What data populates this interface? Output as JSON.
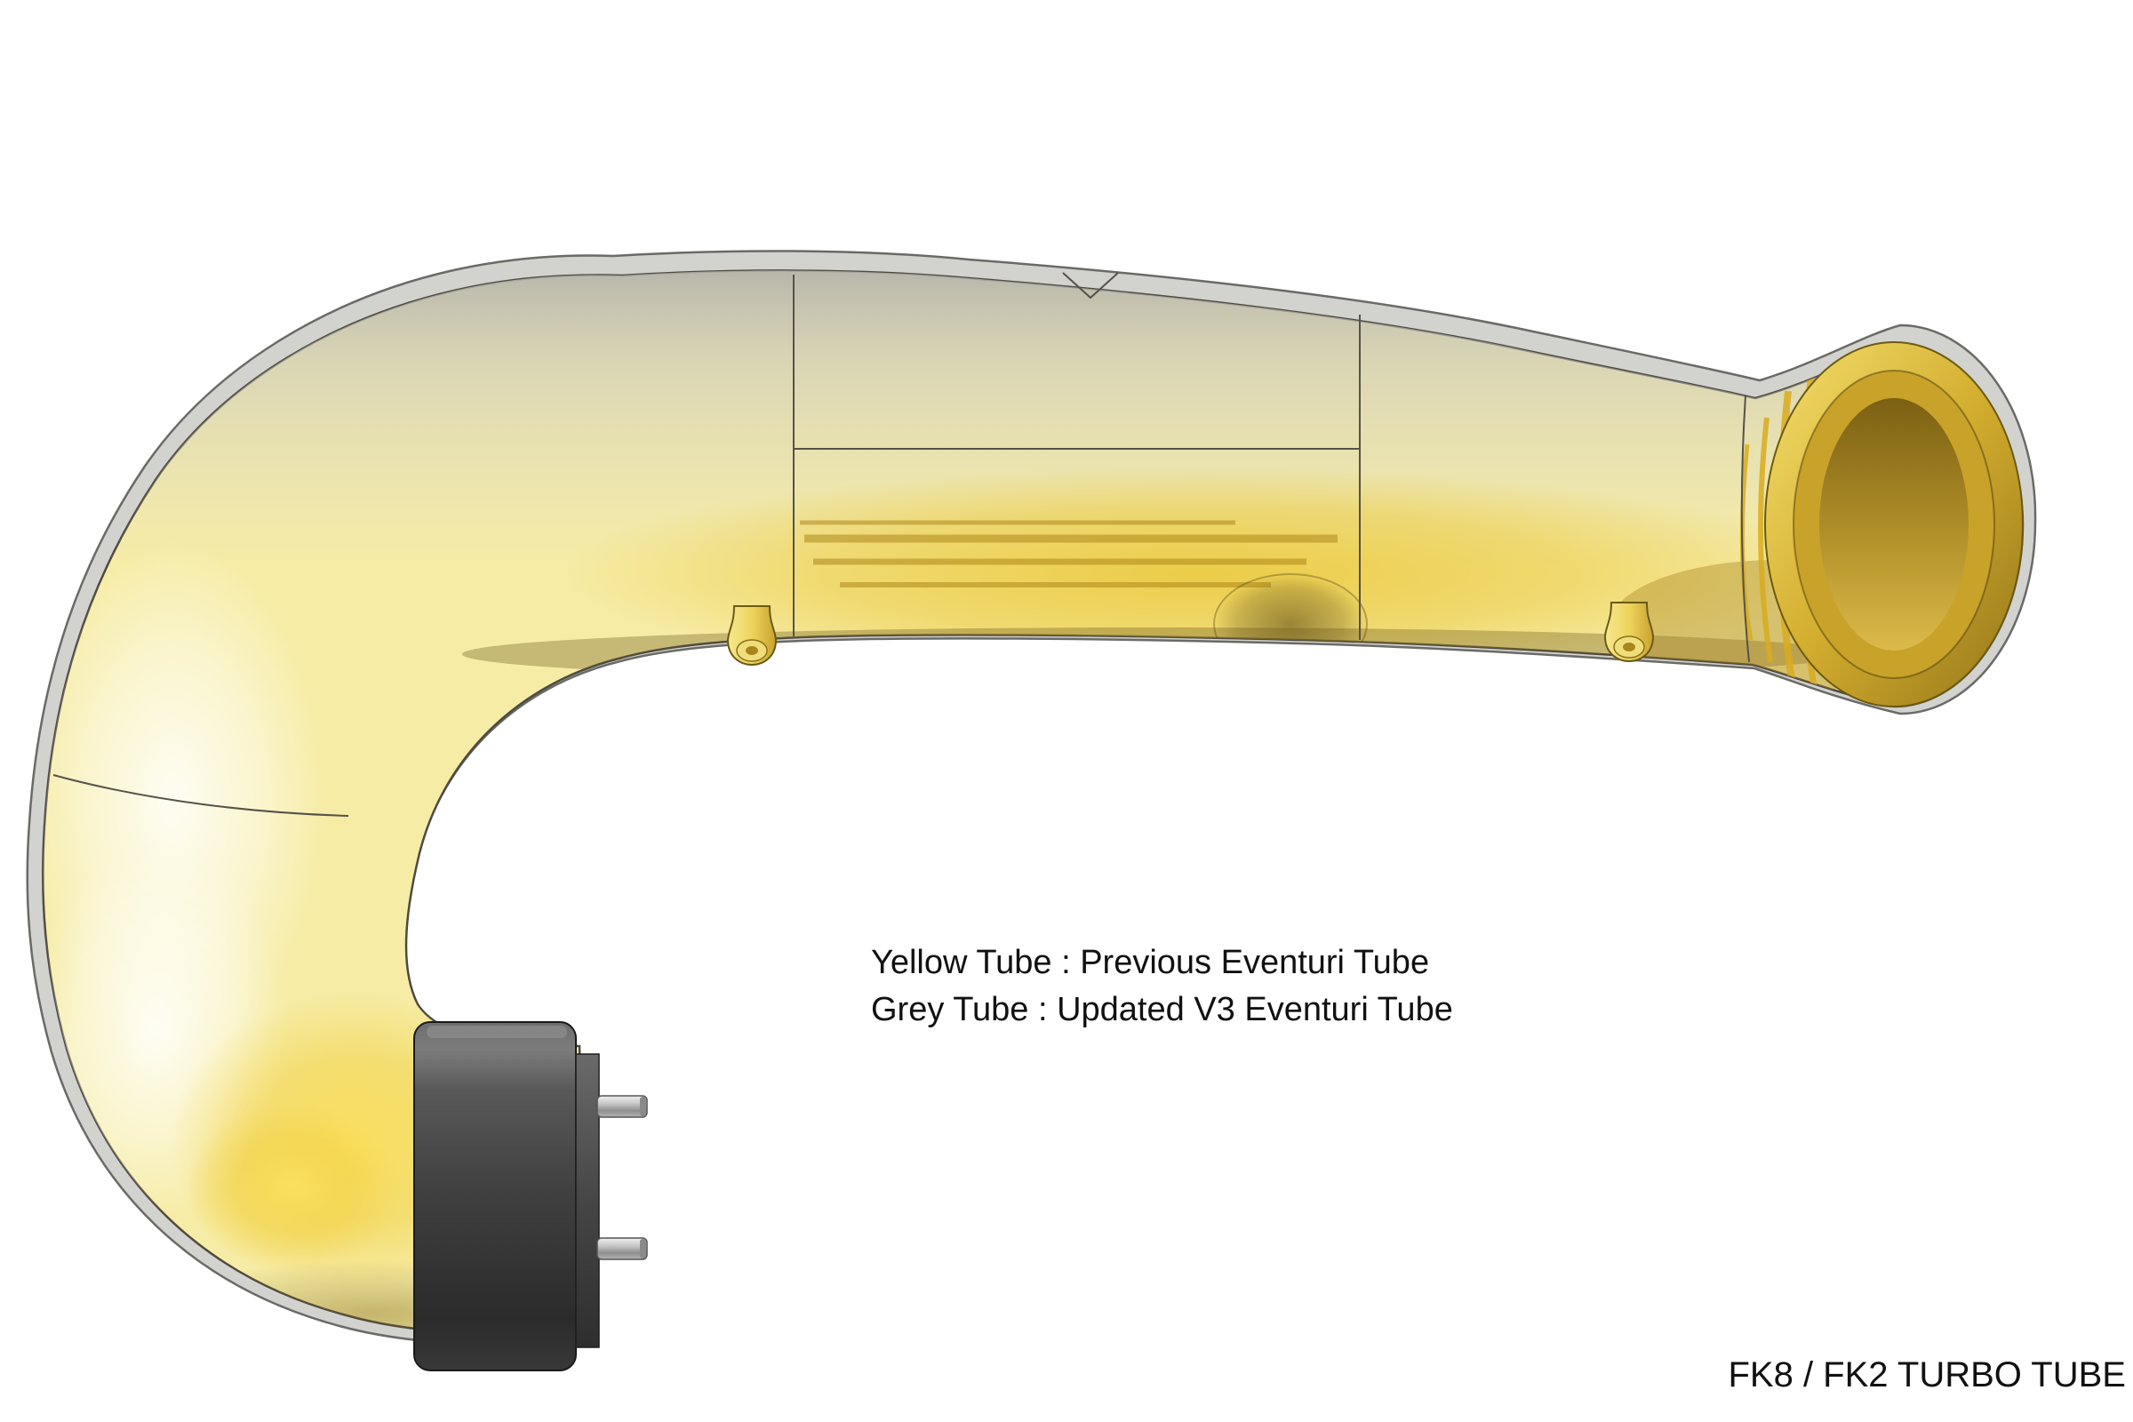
{
  "annotation": {
    "line1": "Yellow Tube : Previous Eventuri Tube",
    "line2": "Grey Tube : Updated V3 Eventuri Tube"
  },
  "caption": "FK8 / FK2 TURBO TUBE",
  "legend": [
    {
      "item": "Yellow Tube",
      "meaning": "Previous Eventuri Tube",
      "color": "#f3e47e"
    },
    {
      "item": "Grey Tube",
      "meaning": "Updated V3 Eventuri Tube",
      "color": "#d2d2ce"
    }
  ],
  "colors": {
    "background": "#ffffff",
    "tube_yellow_base": "#f6eca6",
    "tube_grey_shell": "#d2d2ce",
    "rim_gold": "#caa62c",
    "flange_dark": "#3c3c3c",
    "pin_metal": "#c9c9c9",
    "text": "#111111"
  }
}
